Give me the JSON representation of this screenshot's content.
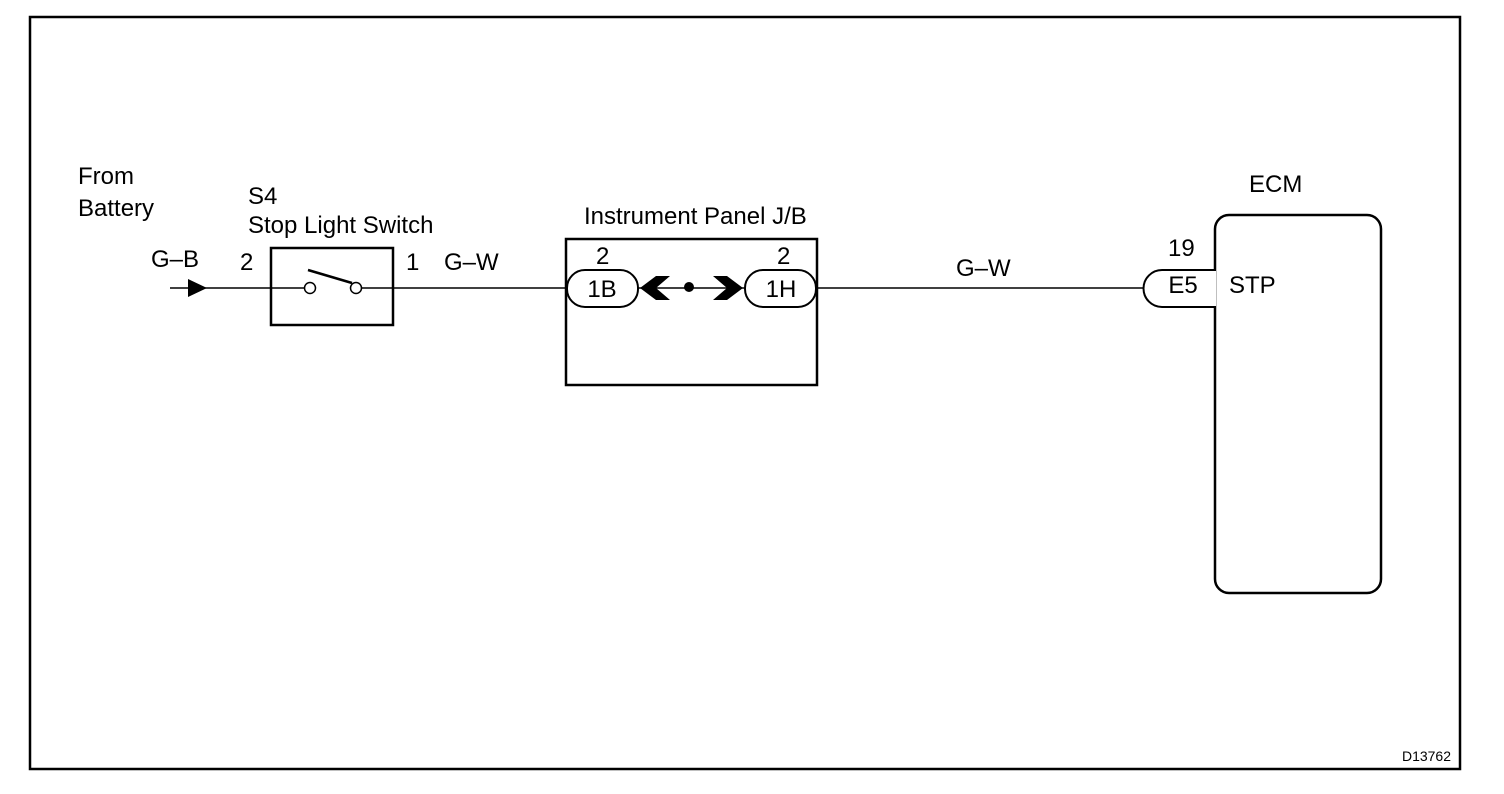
{
  "source": {
    "line1": "From",
    "line2": "Battery",
    "wire": "G–B"
  },
  "switch": {
    "code": "S4",
    "name": "Stop Light Switch",
    "pin_in": "2",
    "pin_out": "1",
    "wire_out": "G–W"
  },
  "junction_block": {
    "name": "Instrument Panel J/B",
    "left_pin": "2",
    "left_connector": "1B",
    "right_pin": "2",
    "right_connector": "1H"
  },
  "wire_to_ecm": "G–W",
  "ecm": {
    "name": "ECM",
    "pin": "19",
    "connector": "E5",
    "terminal": "STP"
  },
  "figure_id": "D13762"
}
